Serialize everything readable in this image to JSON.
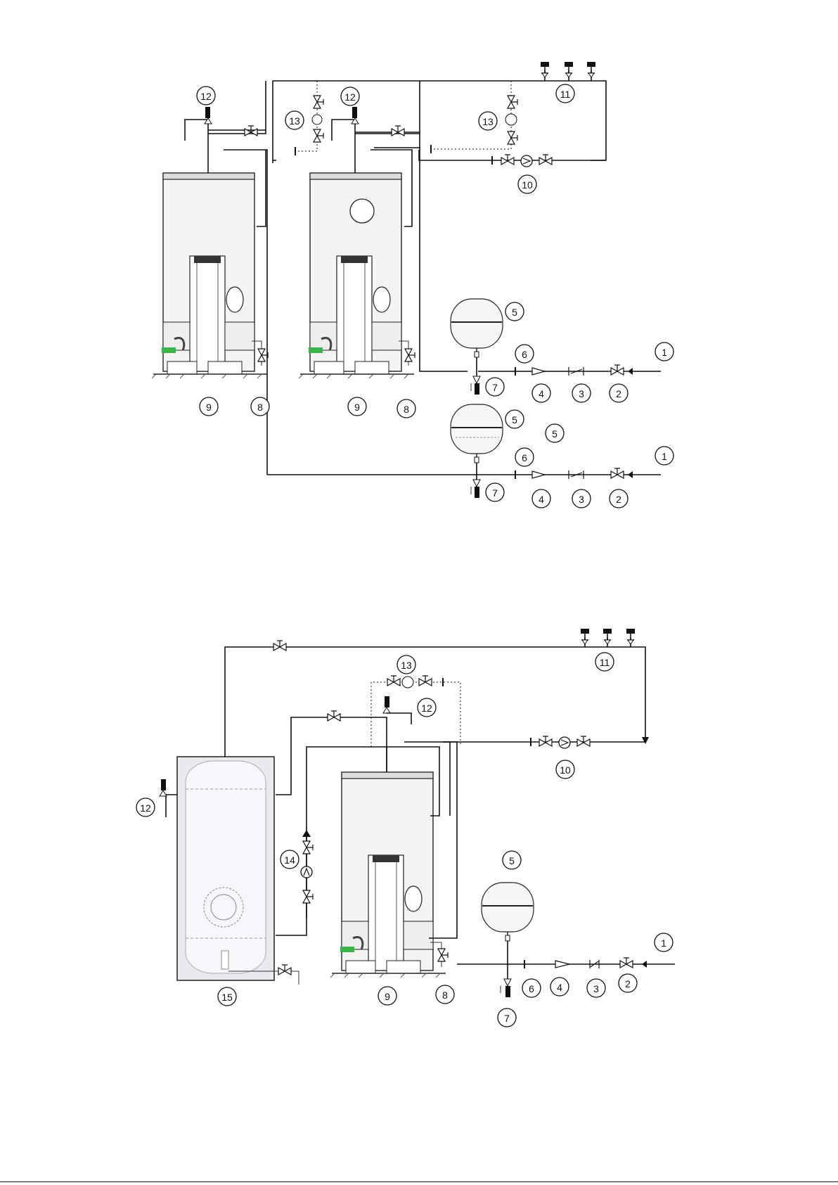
{
  "callouts": {
    "inlet": "1",
    "shutoff_valve": "2",
    "check_valve": "3",
    "pressure_reducer": "4",
    "expansion_vessel": "5",
    "test_point": "6",
    "safety_valve_group": "7",
    "drain_valve": "8",
    "water_heater": "9",
    "circulation_pump": "10",
    "hot_water_outlets": "11",
    "relief_valve": "12",
    "bypass_group": "13",
    "loading_pump": "14",
    "storage_tank": "15"
  }
}
